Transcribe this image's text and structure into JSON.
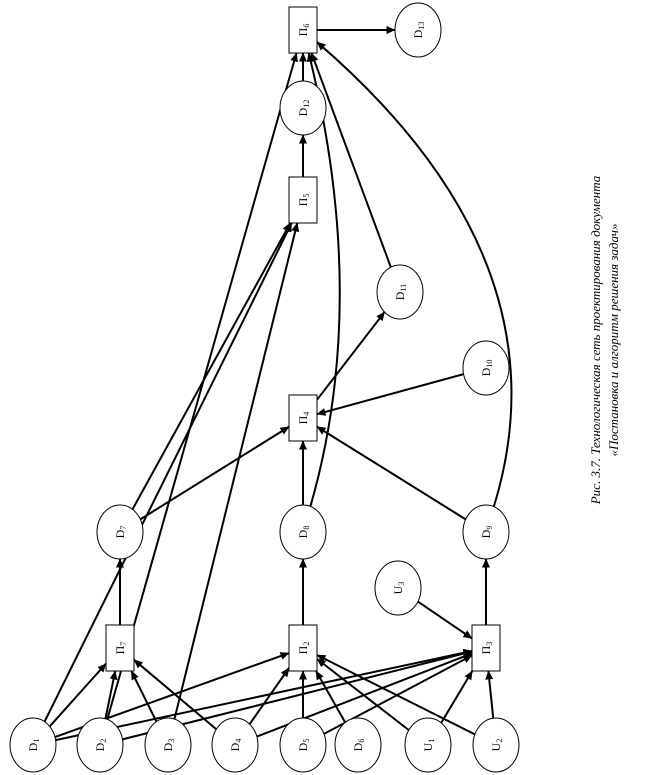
{
  "caption": {
    "line1": "Рис. 3.7. Технологическая сеть проектирования документа",
    "line2": "«Постановка и алгоритм решения задач»"
  },
  "nodes": [
    {
      "id": "D1",
      "kind": "document",
      "letter": "D",
      "sub": "1"
    },
    {
      "id": "D2",
      "kind": "document",
      "letter": "D",
      "sub": "2"
    },
    {
      "id": "D3",
      "kind": "document",
      "letter": "D",
      "sub": "3"
    },
    {
      "id": "D4",
      "kind": "document",
      "letter": "D",
      "sub": "4"
    },
    {
      "id": "D5",
      "kind": "document",
      "letter": "D",
      "sub": "5"
    },
    {
      "id": "D6",
      "kind": "document",
      "letter": "D",
      "sub": "6"
    },
    {
      "id": "U1",
      "kind": "document",
      "letter": "U",
      "sub": "1"
    },
    {
      "id": "U2",
      "kind": "document",
      "letter": "U",
      "sub": "2"
    },
    {
      "id": "U3",
      "kind": "document",
      "letter": "U",
      "sub": "3"
    },
    {
      "id": "D7",
      "kind": "document",
      "letter": "D",
      "sub": "7"
    },
    {
      "id": "D8",
      "kind": "document",
      "letter": "D",
      "sub": "8"
    },
    {
      "id": "D9",
      "kind": "document",
      "letter": "D",
      "sub": "9"
    },
    {
      "id": "D10",
      "kind": "document",
      "letter": "D",
      "sub": "10"
    },
    {
      "id": "D11",
      "kind": "document",
      "letter": "D",
      "sub": "11"
    },
    {
      "id": "D12",
      "kind": "document",
      "letter": "D",
      "sub": "12"
    },
    {
      "id": "D13",
      "kind": "document",
      "letter": "D",
      "sub": "13"
    },
    {
      "id": "P7",
      "kind": "process",
      "letter": "П",
      "sub": "7"
    },
    {
      "id": "P2",
      "kind": "process",
      "letter": "П",
      "sub": "2"
    },
    {
      "id": "P3",
      "kind": "process",
      "letter": "П",
      "sub": "3"
    },
    {
      "id": "P4",
      "kind": "process",
      "letter": "П",
      "sub": "4"
    },
    {
      "id": "P5",
      "kind": "process",
      "letter": "П",
      "sub": "5"
    },
    {
      "id": "P6",
      "kind": "process",
      "letter": "П",
      "sub": "6"
    }
  ],
  "edges": [
    {
      "from": "D1",
      "to": "P7"
    },
    {
      "from": "D2",
      "to": "P7"
    },
    {
      "from": "D3",
      "to": "P7"
    },
    {
      "from": "D4",
      "to": "P7"
    },
    {
      "from": "D1",
      "to": "P2"
    },
    {
      "from": "D4",
      "to": "P2"
    },
    {
      "from": "D5",
      "to": "P2"
    },
    {
      "from": "D6",
      "to": "P2"
    },
    {
      "from": "U1",
      "to": "P2"
    },
    {
      "from": "U2",
      "to": "P2"
    },
    {
      "from": "D1",
      "to": "P3"
    },
    {
      "from": "D2",
      "to": "P3"
    },
    {
      "from": "D4",
      "to": "P3"
    },
    {
      "from": "D5",
      "to": "P3"
    },
    {
      "from": "U1",
      "to": "P3"
    },
    {
      "from": "U2",
      "to": "P3"
    },
    {
      "from": "U3",
      "to": "P3"
    },
    {
      "from": "P7",
      "to": "D7"
    },
    {
      "from": "P2",
      "to": "D8"
    },
    {
      "from": "P3",
      "to": "D9"
    },
    {
      "from": "D7",
      "to": "P4"
    },
    {
      "from": "D8",
      "to": "P4"
    },
    {
      "from": "D9",
      "to": "P4"
    },
    {
      "from": "D10",
      "to": "P4"
    },
    {
      "from": "P4",
      "to": "D11"
    },
    {
      "from": "D1",
      "to": "P5"
    },
    {
      "from": "D3",
      "to": "P5"
    },
    {
      "from": "D7",
      "to": "P5"
    },
    {
      "from": "P5",
      "to": "D12"
    },
    {
      "from": "D12",
      "to": "P6"
    },
    {
      "from": "D2",
      "to": "P6"
    },
    {
      "from": "D8",
      "to": "P6"
    },
    {
      "from": "D11",
      "to": "P6"
    },
    {
      "from": "D9",
      "to": "P6"
    },
    {
      "from": "P6",
      "to": "D13"
    }
  ]
}
